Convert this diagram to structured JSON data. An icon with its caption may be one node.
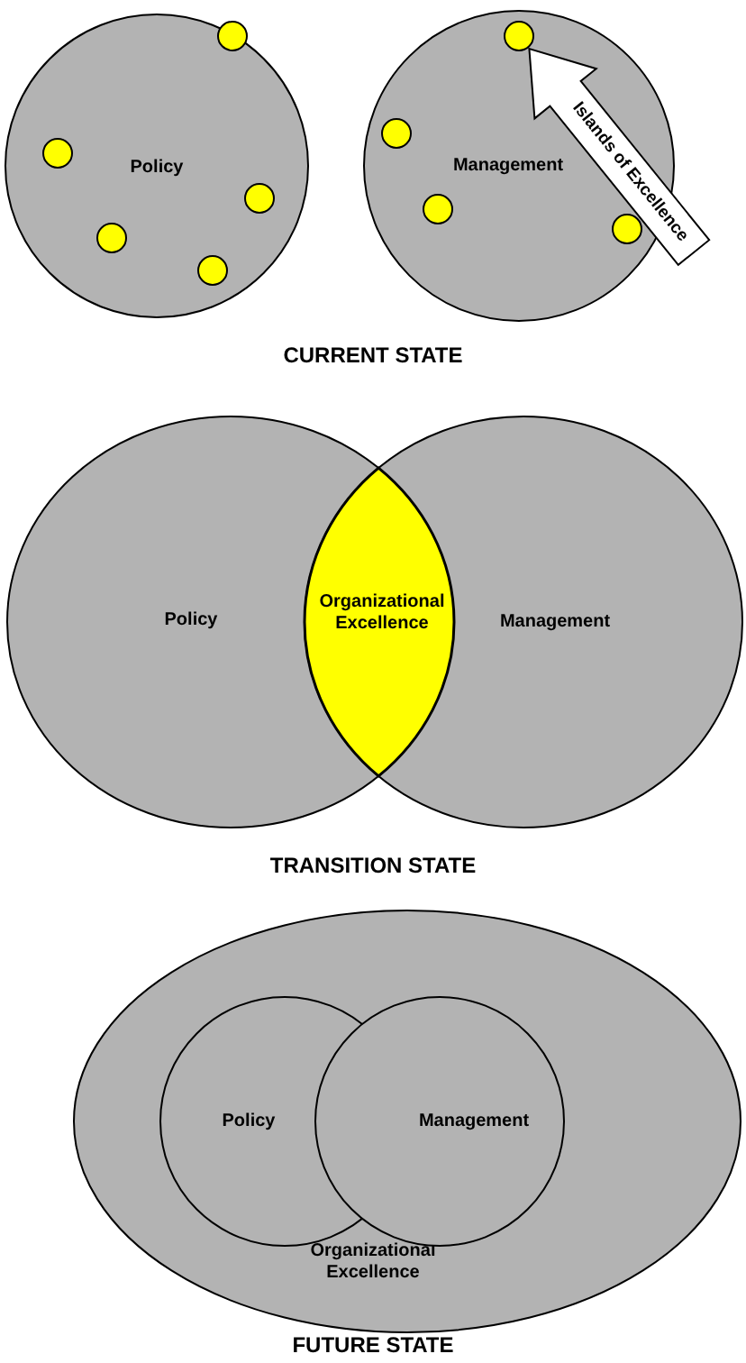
{
  "diagram": {
    "nodes": [
      {
        "text": [
          "Policy"
        ]
      },
      {
        "text": [],
        "shape": "circle",
        "in": 0
      },
      {
        "text": [],
        "shape": "circle",
        "in": 0
      },
      {
        "text": [],
        "shape": "circle",
        "in": 0
      },
      {
        "text": [],
        "shape": "circle",
        "in": 0
      },
      {
        "text": [],
        "shape": "circle",
        "in": 0
      },
      {
        "text": [
          "Management"
        ]
      },
      {
        "text": [],
        "shape": "circle",
        "in": 6
      },
      {
        "text": [],
        "shape": "circle",
        "in": 6
      },
      {
        "text": [],
        "shape": "circle",
        "in": 6
      },
      {
        "text": [],
        "shape": "circle",
        "in": 6
      },
      {
        "text": [
          "Policy"
        ]
      },
      {
        "text": [
          "Management"
        ]
      },
      {
        "text": [
          "Organizational Excellence"
        ]
      },
      {
        "text": [
          "Organizational Excellence"
        ]
      },
      {
        "text": [
          "Policy"
        ],
        "in": 14
      },
      {
        "text": [
          "Management"
        ],
        "in": 14
      }
    ],
    "edges": [
      {
        "from": null,
        "to": 9,
        "arrow": "to",
        "label": "Islands of Excellence"
      }
    ],
    "labels": [
      "CURRENT STATE",
      "TRANSITION STATE",
      "FUTURE STATE"
    ]
  }
}
